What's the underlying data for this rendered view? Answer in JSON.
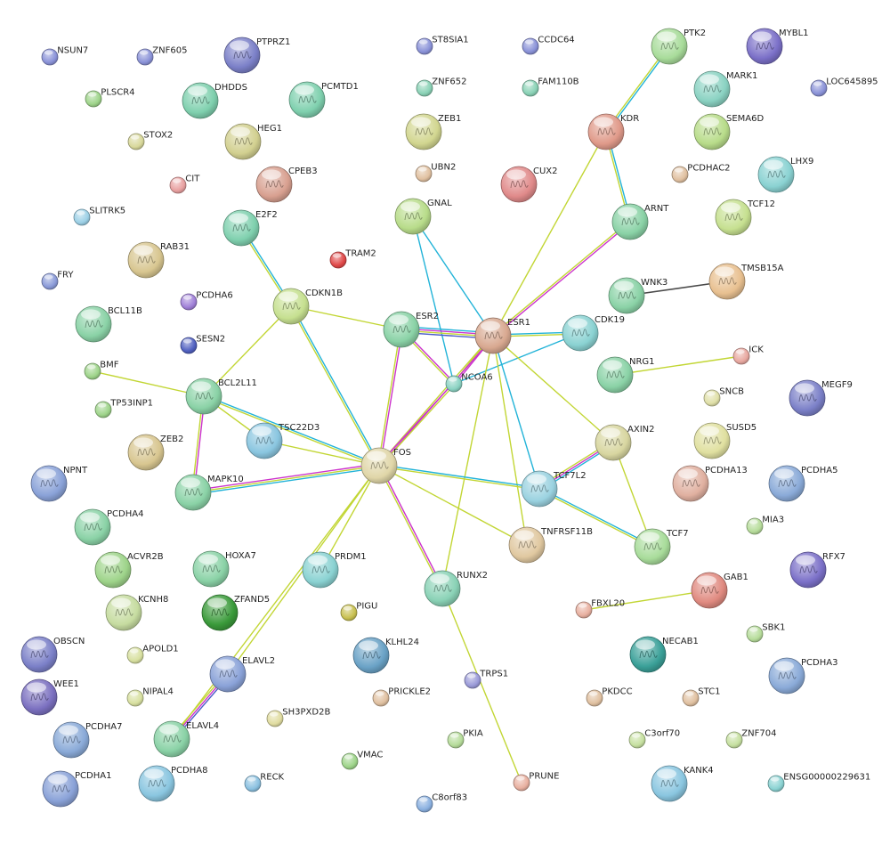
{
  "edge_colors": {
    "yellowgreen": "#c2d634",
    "cyan": "#22b3d8",
    "magenta": "#cc33cc",
    "black": "#4a4a4a",
    "blue": "#4d5cc8"
  },
  "nodes": [
    {
      "id": "NSUN7",
      "label": "NSUN7",
      "kind": "small",
      "color": "#8a92d8"
    },
    {
      "id": "ZNF605",
      "label": "ZNF605",
      "kind": "small",
      "color": "#8a92d8"
    },
    {
      "id": "PTPRZ1",
      "label": "PTPRZ1",
      "kind": "large",
      "color": "#7b80c8"
    },
    {
      "id": "PLSCR4",
      "label": "PLSCR4",
      "kind": "small",
      "color": "#9ed48a"
    },
    {
      "id": "DHDDS",
      "label": "DHDDS",
      "kind": "large",
      "color": "#7fd0ae"
    },
    {
      "id": "PCMTD1",
      "label": "PCMTD1",
      "kind": "large",
      "color": "#7fd0ae"
    },
    {
      "id": "STOX2",
      "label": "STOX2",
      "kind": "small",
      "color": "#d8d89a"
    },
    {
      "id": "HEG1",
      "label": "HEG1",
      "kind": "large",
      "color": "#d2d090"
    },
    {
      "id": "CIT",
      "label": "CIT",
      "kind": "small",
      "color": "#e8a0a0"
    },
    {
      "id": "CPEB3",
      "label": "CPEB3",
      "kind": "large",
      "color": "#d8a090"
    },
    {
      "id": "SLITRK5",
      "label": "SLITRK5",
      "kind": "small",
      "color": "#9cd0e6"
    },
    {
      "id": "E2F2",
      "label": "E2F2",
      "kind": "large",
      "color": "#7fd0ae"
    },
    {
      "id": "RAB31",
      "label": "RAB31",
      "kind": "large",
      "color": "#d8c690"
    },
    {
      "id": "FRY",
      "label": "FRY",
      "kind": "small",
      "color": "#8a9ad8"
    },
    {
      "id": "PCDHA6",
      "label": "PCDHA6",
      "kind": "small",
      "color": "#a080d8"
    },
    {
      "id": "BCL11B",
      "label": "BCL11B",
      "kind": "large",
      "color": "#8ad2a6"
    },
    {
      "id": "SESN2",
      "label": "SESN2",
      "kind": "small",
      "color": "#5060c0"
    },
    {
      "id": "BMF",
      "label": "BMF",
      "kind": "small",
      "color": "#9ed48a"
    },
    {
      "id": "BCL2L11",
      "label": "BCL2L11",
      "kind": "large",
      "color": "#8ad2a6"
    },
    {
      "id": "TP53INP1",
      "label": "TP53INP1",
      "kind": "small",
      "color": "#9ed48a"
    },
    {
      "id": "ZEB2",
      "label": "ZEB2",
      "kind": "large",
      "color": "#d8c690"
    },
    {
      "id": "NPNT",
      "label": "NPNT",
      "kind": "large",
      "color": "#8aa2d8"
    },
    {
      "id": "PCDHA4",
      "label": "PCDHA4",
      "kind": "large",
      "color": "#8ad2a6"
    },
    {
      "id": "ACVR2B",
      "label": "ACVR2B",
      "kind": "large",
      "color": "#9ed48a"
    },
    {
      "id": "KCNH8",
      "label": "KCNH8",
      "kind": "large",
      "color": "#c6dca0"
    },
    {
      "id": "HOXA7",
      "label": "HOXA7",
      "kind": "large",
      "color": "#8ad2a6"
    },
    {
      "id": "ZFAND5",
      "label": "ZFAND5",
      "kind": "large",
      "color": "#3a9a3a"
    },
    {
      "id": "APOLD1",
      "label": "APOLD1",
      "kind": "small",
      "color": "#d8e0a0"
    },
    {
      "id": "OBSCN",
      "label": "OBSCN",
      "kind": "large",
      "color": "#7b80c8"
    },
    {
      "id": "NIPAL4",
      "label": "NIPAL4",
      "kind": "small",
      "color": "#d8e0a0"
    },
    {
      "id": "WEE1",
      "label": "WEE1",
      "kind": "large",
      "color": "#7b70c0"
    },
    {
      "id": "PCDHA7",
      "label": "PCDHA7",
      "kind": "large",
      "color": "#8aaad8"
    },
    {
      "id": "PCDHA1",
      "label": "PCDHA1",
      "kind": "large",
      "color": "#8aa2d8"
    },
    {
      "id": "PCDHA8",
      "label": "PCDHA8",
      "kind": "large",
      "color": "#8ac6e0"
    },
    {
      "id": "ELAVL4",
      "label": "ELAVL4",
      "kind": "large",
      "color": "#8ad2a6"
    },
    {
      "id": "ELAVL2",
      "label": "ELAVL2",
      "kind": "large",
      "color": "#8aa2d8"
    },
    {
      "id": "RECK",
      "label": "RECK",
      "kind": "small",
      "color": "#8ac0e0"
    },
    {
      "id": "SH3PXD2B",
      "label": "SH3PXD2B",
      "kind": "small",
      "color": "#e0dca0"
    },
    {
      "id": "VMAC",
      "label": "VMAC",
      "kind": "small",
      "color": "#9ed48a"
    },
    {
      "id": "C8orf83",
      "label": "C8orf83",
      "kind": "small",
      "color": "#8ab0e0"
    },
    {
      "id": "CDKN1B",
      "label": "CDKN1B",
      "kind": "large",
      "color": "#c6e090"
    },
    {
      "id": "TRAM2",
      "label": "TRAM2",
      "kind": "small",
      "color": "#e04848"
    },
    {
      "id": "TSC22D3",
      "label": "TSC22D3",
      "kind": "large",
      "color": "#8ac6e0"
    },
    {
      "id": "MAPK10",
      "label": "MAPK10",
      "kind": "large",
      "color": "#8ad2a6"
    },
    {
      "id": "FOS",
      "label": "FOS",
      "kind": "large",
      "color": "#e0d6a8"
    },
    {
      "id": "PRDM1",
      "label": "PRDM1",
      "kind": "large",
      "color": "#8ad2d2"
    },
    {
      "id": "PIGU",
      "label": "PIGU",
      "kind": "small",
      "color": "#c8c050"
    },
    {
      "id": "KLHL24",
      "label": "KLHL24",
      "kind": "large",
      "color": "#6aa2c6"
    },
    {
      "id": "PRICKLE2",
      "label": "PRICKLE2",
      "kind": "small",
      "color": "#e0c0a0"
    },
    {
      "id": "PKIA",
      "label": "PKIA",
      "kind": "small",
      "color": "#b6dc9a"
    },
    {
      "id": "ST8SIA1",
      "label": "ST8SIA1",
      "kind": "small",
      "color": "#8a92d8"
    },
    {
      "id": "ZNF652",
      "label": "ZNF652",
      "kind": "small",
      "color": "#8ad2b6"
    },
    {
      "id": "ZEB1",
      "label": "ZEB1",
      "kind": "large",
      "color": "#d2d690"
    },
    {
      "id": "UBN2",
      "label": "UBN2",
      "kind": "small",
      "color": "#e0c0a0"
    },
    {
      "id": "GNAL",
      "label": "GNAL",
      "kind": "large",
      "color": "#b8dc8a"
    },
    {
      "id": "ESR2",
      "label": "ESR2",
      "kind": "large",
      "color": "#8ad2a6"
    },
    {
      "id": "NCOA6",
      "label": "NCOA6",
      "kind": "small",
      "color": "#8ad2c2"
    },
    {
      "id": "RUNX2",
      "label": "RUNX2",
      "kind": "large",
      "color": "#8ad2b6"
    },
    {
      "id": "TRPS1",
      "label": "TRPS1",
      "kind": "small",
      "color": "#9a9ad8"
    },
    {
      "id": "PRUNE",
      "label": "PRUNE",
      "kind": "small",
      "color": "#e8b0a0"
    },
    {
      "id": "CCDC64",
      "label": "CCDC64",
      "kind": "small",
      "color": "#8a92d8"
    },
    {
      "id": "FAM110B",
      "label": "FAM110B",
      "kind": "small",
      "color": "#8ad2b6"
    },
    {
      "id": "CUX2",
      "label": "CUX2",
      "kind": "large",
      "color": "#e08a8a"
    },
    {
      "id": "ESR1",
      "label": "ESR1",
      "kind": "large",
      "color": "#d8a890"
    },
    {
      "id": "TNFRSF11B",
      "label": "TNFRSF11B",
      "kind": "large",
      "color": "#e0c8a0"
    },
    {
      "id": "CDK19",
      "label": "CDK19",
      "kind": "large",
      "color": "#8ad2d2"
    },
    {
      "id": "TCF7L2",
      "label": "TCF7L2",
      "kind": "large",
      "color": "#9ad2e0"
    },
    {
      "id": "AXIN2",
      "label": "AXIN2",
      "kind": "large",
      "color": "#d8d6a0"
    },
    {
      "id": "TCF7",
      "label": "TCF7",
      "kind": "large",
      "color": "#a8dc9a"
    },
    {
      "id": "PTK2",
      "label": "PTK2",
      "kind": "large",
      "color": "#a8dc9a"
    },
    {
      "id": "KDR",
      "label": "KDR",
      "kind": "large",
      "color": "#e09a8a"
    },
    {
      "id": "ARNT",
      "label": "ARNT",
      "kind": "large",
      "color": "#8ad2a6"
    },
    {
      "id": "WNK3",
      "label": "WNK3",
      "kind": "large",
      "color": "#8ad2a6"
    },
    {
      "id": "NRG1",
      "label": "NRG1",
      "kind": "large",
      "color": "#8ad2a6"
    },
    {
      "id": "TMSB15A",
      "label": "TMSB15A",
      "kind": "large",
      "color": "#e8c090"
    },
    {
      "id": "ICK",
      "label": "ICK",
      "kind": "small",
      "color": "#e8a8a0"
    },
    {
      "id": "MYBL1",
      "label": "MYBL1",
      "kind": "large",
      "color": "#7b70c8"
    },
    {
      "id": "MARK1",
      "label": "MARK1",
      "kind": "large",
      "color": "#8ad2c2"
    },
    {
      "id": "LOC645895",
      "label": "LOC645895",
      "kind": "small",
      "color": "#8a92d8"
    },
    {
      "id": "SEMA6D",
      "label": "SEMA6D",
      "kind": "large",
      "color": "#b8dc8a"
    },
    {
      "id": "PCDHAC2",
      "label": "PCDHAC2",
      "kind": "small",
      "color": "#e0c0a0"
    },
    {
      "id": "LHX9",
      "label": "LHX9",
      "kind": "large",
      "color": "#8ad2d2"
    },
    {
      "id": "TCF12",
      "label": "TCF12",
      "kind": "large",
      "color": "#c6e090"
    },
    {
      "id": "SNCB",
      "label": "SNCB",
      "kind": "small",
      "color": "#e0e0a8"
    },
    {
      "id": "MEGF9",
      "label": "MEGF9",
      "kind": "large",
      "color": "#7b80c8"
    },
    {
      "id": "SUSD5",
      "label": "SUSD5",
      "kind": "large",
      "color": "#e0e0a0"
    },
    {
      "id": "PCDHA13",
      "label": "PCDHA13",
      "kind": "large",
      "color": "#e0b0a0"
    },
    {
      "id": "PCDHA5",
      "label": "PCDHA5",
      "kind": "large",
      "color": "#8aaad8"
    },
    {
      "id": "MIA3",
      "label": "MIA3",
      "kind": "small",
      "color": "#b6dc9a"
    },
    {
      "id": "RFX7",
      "label": "RFX7",
      "kind": "large",
      "color": "#7b70c8"
    },
    {
      "id": "GAB1",
      "label": "GAB1",
      "kind": "large",
      "color": "#e08a80"
    },
    {
      "id": "FBXL20",
      "label": "FBXL20",
      "kind": "small",
      "color": "#e8b0a0"
    },
    {
      "id": "NECAB1",
      "label": "NECAB1",
      "kind": "large",
      "color": "#3aa098"
    },
    {
      "id": "SBK1",
      "label": "SBK1",
      "kind": "small",
      "color": "#b6dc9a"
    },
    {
      "id": "PCDHA3",
      "label": "PCDHA3",
      "kind": "large",
      "color": "#8aaad8"
    },
    {
      "id": "PKDCC",
      "label": "PKDCC",
      "kind": "small",
      "color": "#e0c0a0"
    },
    {
      "id": "STC1",
      "label": "STC1",
      "kind": "small",
      "color": "#e0c0a0"
    },
    {
      "id": "C3orf70",
      "label": "C3orf70",
      "kind": "small",
      "color": "#c6e0a0"
    },
    {
      "id": "ZNF704",
      "label": "ZNF704",
      "kind": "small",
      "color": "#c6e0a0"
    },
    {
      "id": "KANK4",
      "label": "KANK4",
      "kind": "large",
      "color": "#8ac6e0"
    },
    {
      "id": "ENSG00000229631",
      "label": "ENSG00000229631",
      "kind": "small",
      "color": "#8ad2d2"
    }
  ],
  "edges": [
    {
      "source": "PTK2",
      "target": "KDR",
      "colors": [
        "cyan",
        "yellowgreen"
      ]
    },
    {
      "source": "KDR",
      "target": "ARNT",
      "colors": [
        "cyan",
        "yellowgreen"
      ]
    },
    {
      "source": "KDR",
      "target": "ESR1",
      "colors": [
        "yellowgreen"
      ]
    },
    {
      "source": "ARNT",
      "target": "ESR1",
      "colors": [
        "magenta",
        "yellowgreen"
      ]
    },
    {
      "source": "WNK3",
      "target": "TMSB15A",
      "colors": [
        "black"
      ]
    },
    {
      "source": "NRG1",
      "target": "ICK",
      "colors": [
        "yellowgreen"
      ]
    },
    {
      "source": "GAB1",
      "target": "FBXL20",
      "colors": [
        "yellowgreen"
      ]
    },
    {
      "source": "E2F2",
      "target": "CDKN1B",
      "colors": [
        "cyan",
        "yellowgreen"
      ]
    },
    {
      "source": "CDKN1B",
      "target": "ESR2",
      "colors": [
        "yellowgreen"
      ]
    },
    {
      "source": "CDKN1B",
      "target": "BCL2L11",
      "colors": [
        "yellowgreen"
      ]
    },
    {
      "source": "CDKN1B",
      "target": "FOS",
      "colors": [
        "cyan",
        "yellowgreen"
      ]
    },
    {
      "source": "GNAL",
      "target": "ESR1",
      "colors": [
        "cyan"
      ]
    },
    {
      "source": "GNAL",
      "target": "NCOA6",
      "colors": [
        "cyan"
      ]
    },
    {
      "source": "ESR2",
      "target": "ESR1",
      "colors": [
        "cyan",
        "magenta",
        "yellowgreen",
        "blue"
      ]
    },
    {
      "source": "ESR2",
      "target": "NCOA6",
      "colors": [
        "magenta",
        "yellowgreen"
      ]
    },
    {
      "source": "ESR2",
      "target": "FOS",
      "colors": [
        "magenta",
        "yellowgreen"
      ]
    },
    {
      "source": "ESR1",
      "target": "NCOA6",
      "colors": [
        "magenta",
        "yellowgreen"
      ]
    },
    {
      "source": "ESR1",
      "target": "FOS",
      "colors": [
        "magenta",
        "yellowgreen"
      ]
    },
    {
      "source": "ESR1",
      "target": "CDK19",
      "colors": [
        "cyan",
        "yellowgreen"
      ]
    },
    {
      "source": "NCOA6",
      "target": "CDK19",
      "colors": [
        "cyan"
      ]
    },
    {
      "source": "ESR1",
      "target": "TCF7L2",
      "colors": [
        "cyan"
      ]
    },
    {
      "source": "ESR1",
      "target": "TNFRSF11B",
      "colors": [
        "yellowgreen"
      ]
    },
    {
      "source": "ESR1",
      "target": "RUNX2",
      "colors": [
        "yellowgreen"
      ]
    },
    {
      "source": "ESR1",
      "target": "AXIN2",
      "colors": [
        "yellowgreen"
      ]
    },
    {
      "source": "BMF",
      "target": "BCL2L11",
      "colors": [
        "yellowgreen"
      ]
    },
    {
      "source": "BCL2L11",
      "target": "TSC22D3",
      "colors": [
        "yellowgreen"
      ]
    },
    {
      "source": "BCL2L11",
      "target": "MAPK10",
      "colors": [
        "magenta",
        "yellowgreen"
      ]
    },
    {
      "source": "BCL2L11",
      "target": "FOS",
      "colors": [
        "cyan",
        "yellowgreen"
      ]
    },
    {
      "source": "TSC22D3",
      "target": "FOS",
      "colors": [
        "yellowgreen"
      ]
    },
    {
      "source": "MAPK10",
      "target": "FOS",
      "colors": [
        "magenta",
        "yellowgreen",
        "cyan"
      ]
    },
    {
      "source": "FOS",
      "target": "NCOA6",
      "colors": [
        "magenta",
        "yellowgreen"
      ]
    },
    {
      "source": "FOS",
      "target": "TCF7L2",
      "colors": [
        "cyan",
        "yellowgreen"
      ]
    },
    {
      "source": "FOS",
      "target": "TNFRSF11B",
      "colors": [
        "yellowgreen"
      ]
    },
    {
      "source": "FOS",
      "target": "RUNX2",
      "colors": [
        "magenta",
        "yellowgreen"
      ]
    },
    {
      "source": "FOS",
      "target": "PRDM1",
      "colors": [
        "yellowgreen"
      ]
    },
    {
      "source": "FOS",
      "target": "ELAVL2",
      "colors": [
        "yellowgreen"
      ]
    },
    {
      "source": "FOS",
      "target": "ELAVL4",
      "colors": [
        "yellowgreen"
      ]
    },
    {
      "source": "ELAVL2",
      "target": "ELAVL4",
      "colors": [
        "blue",
        "magenta",
        "yellowgreen"
      ]
    },
    {
      "source": "RUNX2",
      "target": "PRUNE",
      "colors": [
        "yellowgreen"
      ]
    },
    {
      "source": "AXIN2",
      "target": "TCF7L2",
      "colors": [
        "cyan",
        "magenta",
        "yellowgreen"
      ]
    },
    {
      "source": "AXIN2",
      "target": "TCF7",
      "colors": [
        "yellowgreen"
      ]
    },
    {
      "source": "TCF7L2",
      "target": "TCF7",
      "colors": [
        "cyan",
        "yellowgreen"
      ]
    }
  ]
}
